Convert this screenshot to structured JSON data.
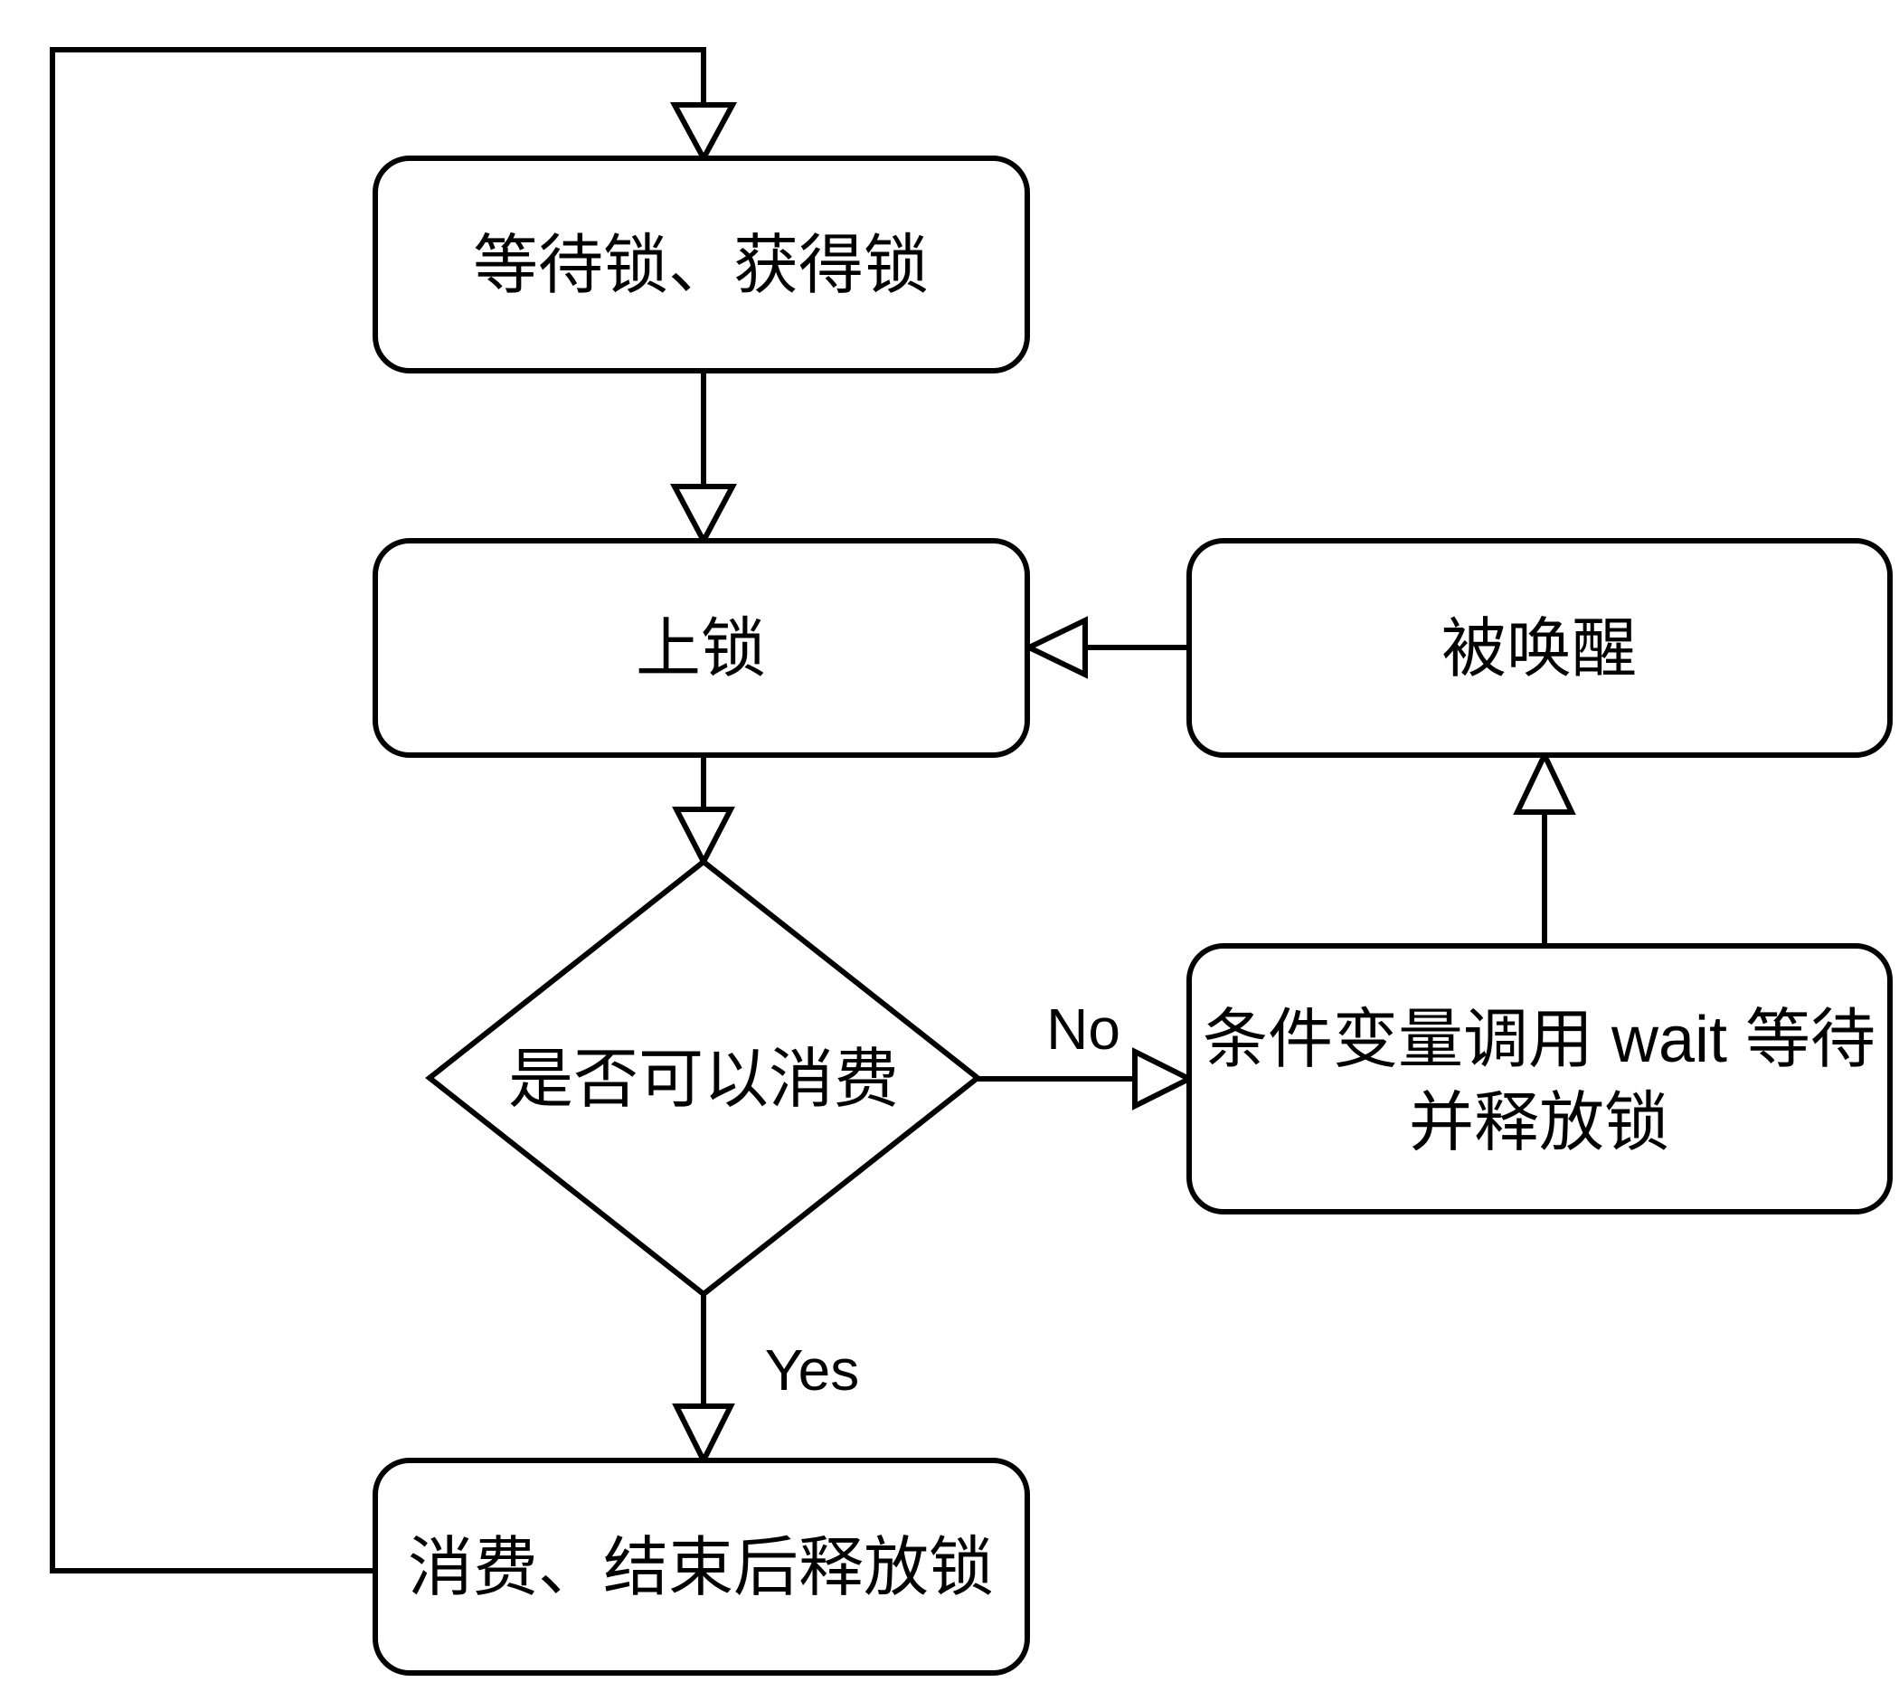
{
  "diagram": {
    "type": "flowchart",
    "background_color": "#ffffff",
    "stroke_color": "#000000",
    "node_fill_color": "#ffffff",
    "nodes": {
      "wait_acquire_lock": {
        "shape": "rounded-rect",
        "label": "等待锁、获得锁"
      },
      "lock": {
        "shape": "rounded-rect",
        "label": "上锁"
      },
      "awakened": {
        "shape": "rounded-rect",
        "label": "被唤醒"
      },
      "can_consume": {
        "shape": "diamond",
        "label": "是否可以消费"
      },
      "cond_wait": {
        "shape": "rounded-rect",
        "label_line1": "条件变量调用 wait 等待",
        "label_line2": "并释放锁"
      },
      "consume_release": {
        "shape": "rounded-rect",
        "label": "消费、结束后释放锁"
      }
    },
    "edge_labels": {
      "no": "No",
      "yes": "Yes"
    }
  }
}
